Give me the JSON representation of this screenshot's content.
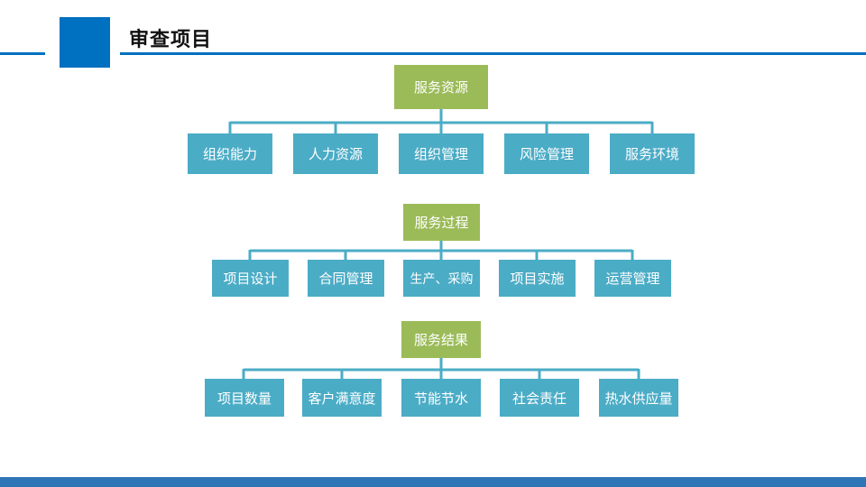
{
  "slide": {
    "title": "审查项目",
    "colors": {
      "accent_blue": "#0070c0",
      "green": "#9bbb59",
      "teal": "#4bacc6",
      "footer": "#2e75b6"
    }
  },
  "groups": [
    {
      "root": "服务资源",
      "children": [
        "组织能力",
        "人力资源",
        "组织管理",
        "风险管理",
        "服务环境"
      ]
    },
    {
      "root": "服务过程",
      "children": [
        "项目设计",
        "合同管理",
        "生产、采购",
        "项目实施",
        "运营管理"
      ]
    },
    {
      "root": "服务结果",
      "children": [
        "项目数量",
        "客户满意度",
        "节能节水",
        "社会责任",
        "热水供应量"
      ]
    }
  ]
}
